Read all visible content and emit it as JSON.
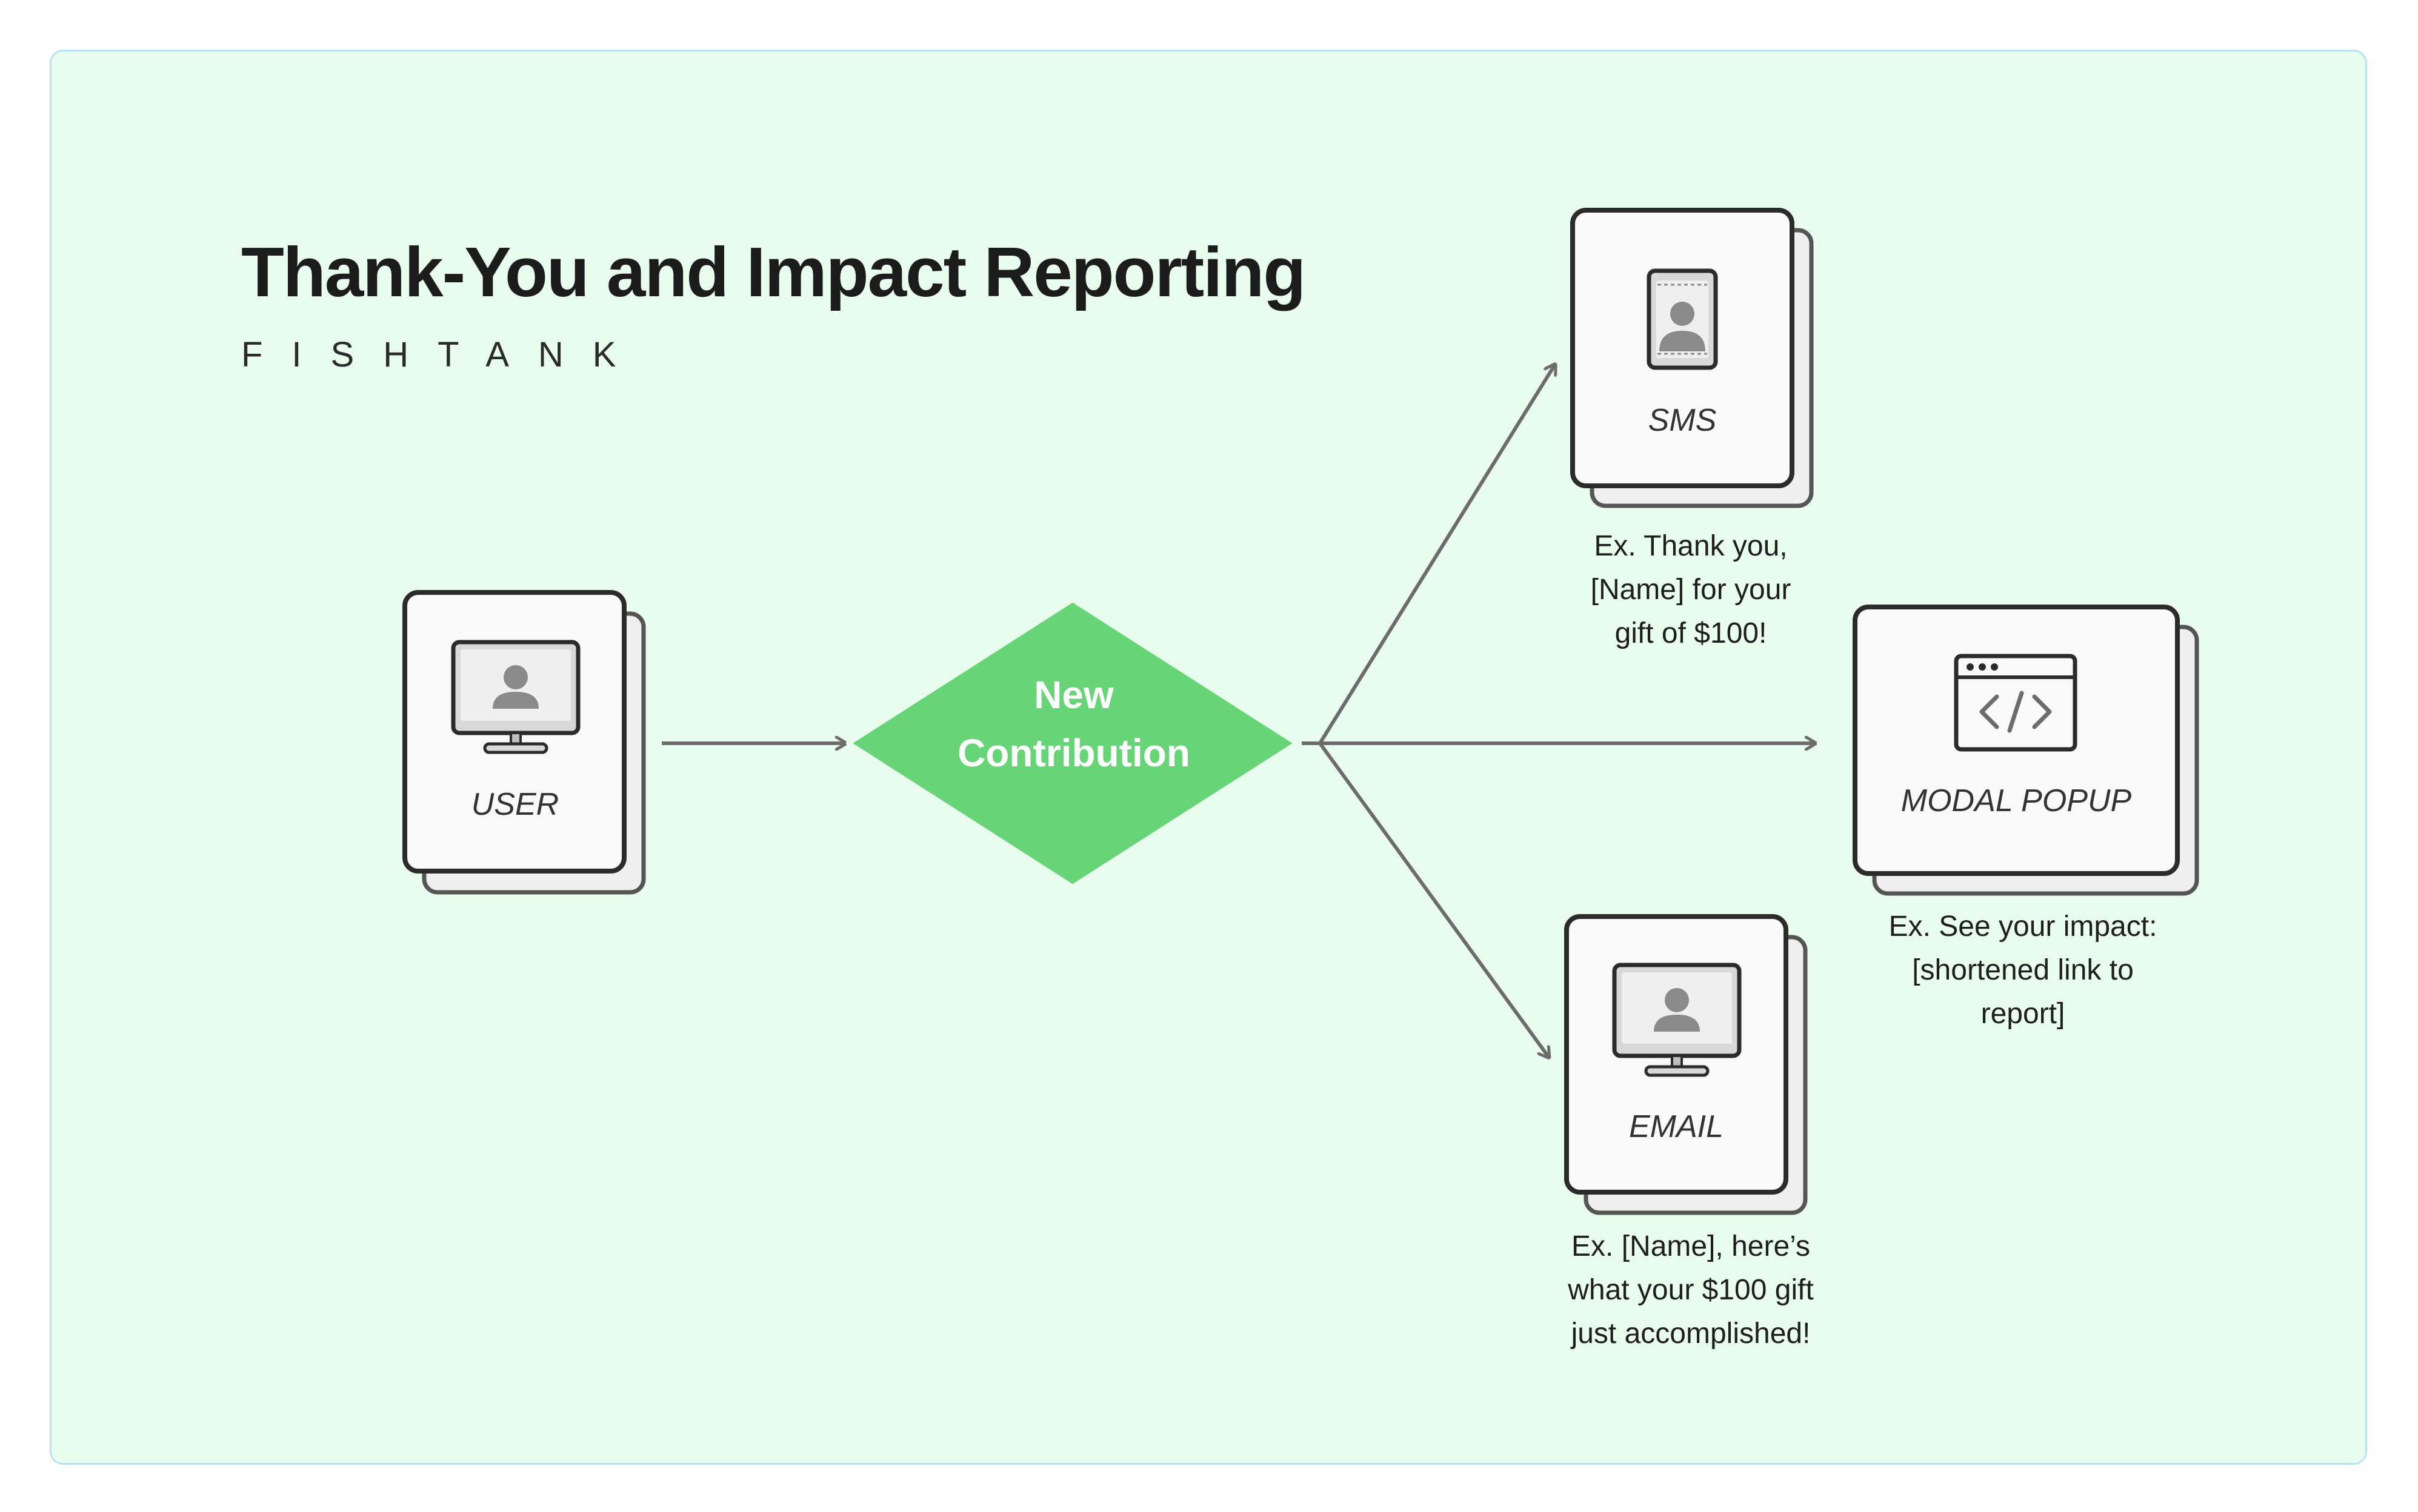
{
  "title": "Thank-You and Impact Reporting",
  "brand": "FISHTANK",
  "nodes": {
    "user": {
      "label": "USER",
      "icon": "monitor-user-icon"
    },
    "contribution": {
      "line1": "New",
      "line2": "Contribution"
    },
    "sms": {
      "label": "SMS",
      "icon": "phone-user-icon",
      "caption": [
        "Ex. Thank you,",
        "[Name] for your",
        "gift of $100!"
      ]
    },
    "modal": {
      "label": "MODAL POPUP",
      "icon": "code-window-icon",
      "caption": [
        "Ex. See your impact:",
        "[shortened link to",
        "report]"
      ]
    },
    "email": {
      "label": "EMAIL",
      "icon": "monitor-user-icon",
      "caption": [
        "Ex. [Name], here’s",
        "what your $100 gift",
        "just accomplished!"
      ]
    }
  },
  "colors": {
    "background": "#e8fdee",
    "border": "#b9e3f3",
    "diamond": "#67d477",
    "card": "#f8f9f8",
    "stroke": "#2b2b2b",
    "arrow": "#6c6c6c"
  }
}
